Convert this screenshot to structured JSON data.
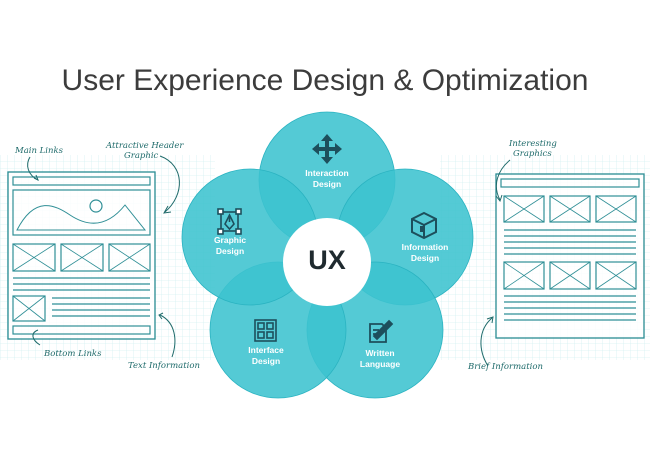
{
  "title": "User Experience Design & Optimization",
  "center_label": "UX",
  "colors": {
    "petal": "#3cc3cf",
    "petal_overlap": "#2ab3c1",
    "sketch": "#2f8f96",
    "grid": "#bfe9ec",
    "title_text": "#3c3c3c"
  },
  "petals": [
    {
      "line1": "Interaction",
      "line2": "Design",
      "icon": "move-arrows-icon"
    },
    {
      "line1": "Information",
      "line2": "Design",
      "icon": "cube-icon"
    },
    {
      "line1": "Written",
      "line2": "Language",
      "icon": "pencil-page-icon"
    },
    {
      "line1": "Interface",
      "line2": "Design",
      "icon": "grid-blocks-icon"
    },
    {
      "line1": "Graphic",
      "line2": "Design",
      "icon": "pen-tool-icon"
    }
  ],
  "left_annotations": {
    "main_links": "Main Links",
    "header_graphic_line1": "Attractive Header",
    "header_graphic_line2": "Graphic",
    "bottom_links": "Bottom Links",
    "text_information": "Text Information"
  },
  "right_annotations": {
    "graphics_line1": "Interesting",
    "graphics_line2": "Graphics",
    "brief_information": "Brief Information"
  }
}
